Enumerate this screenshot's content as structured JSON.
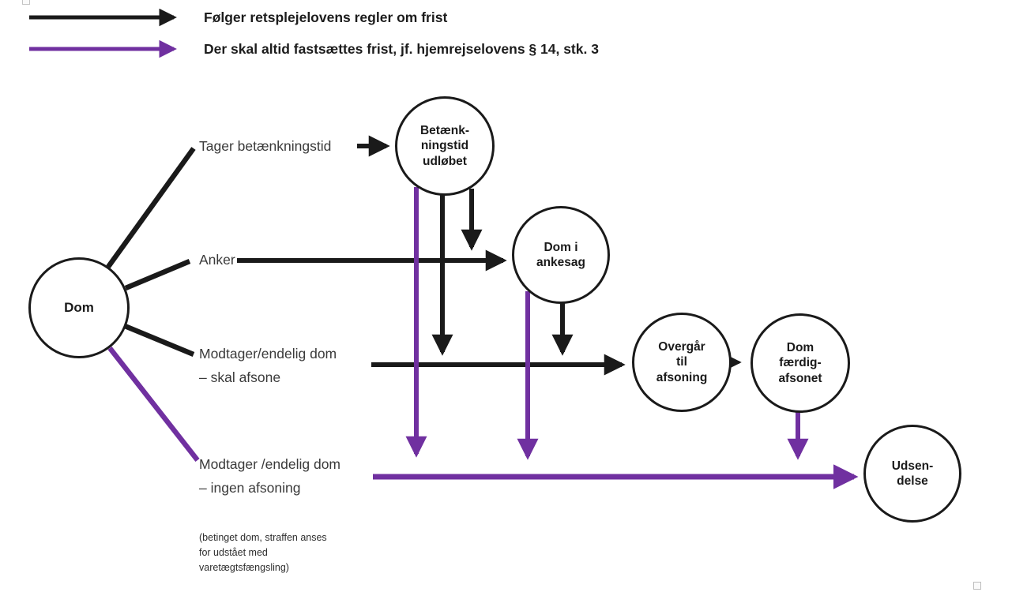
{
  "colors": {
    "black_arrow": "#1a1a1a",
    "purple_arrow": "#7030a0"
  },
  "legend": {
    "items": [
      {
        "id": "black-arrow",
        "color": "#1a1a1a",
        "label": "Følger retsplejelovens regler om frist"
      },
      {
        "id": "purple-arrow",
        "color": "#7030a0",
        "label": "Der skal altid fastsættes frist, jf. hjemrejselovens § 14, stk. 3"
      }
    ]
  },
  "nodes": [
    {
      "id": "dom",
      "label": "Dom"
    },
    {
      "id": "betaenkningstid-udloebet",
      "label": "Betænk-\nningstid\nudløbet"
    },
    {
      "id": "dom-i-ankesag",
      "label": "Dom i\nankesag"
    },
    {
      "id": "overgaar-til-afsoning",
      "label": "Overgår\ntil\nafsoning"
    },
    {
      "id": "dom-faerdig-afsonet",
      "label": "Dom\nfærdig-\nafsonet"
    },
    {
      "id": "udsendelse",
      "label": "Udsen-\ndelse"
    }
  ],
  "edge_labels": [
    {
      "id": "tager-betaenkningstid",
      "label": "Tager betænkningstid"
    },
    {
      "id": "anker",
      "label": "Anker"
    },
    {
      "id": "modtager-skal-afsone",
      "label": "Modtager/endelig dom\n– skal afsone"
    },
    {
      "id": "modtager-ingen-afsoning",
      "label": "Modtager /endelig dom\n– ingen afsoning"
    }
  ],
  "note": "(betinget dom, straffen anses\nfor udstået med\nvaretægtsfængsling)"
}
